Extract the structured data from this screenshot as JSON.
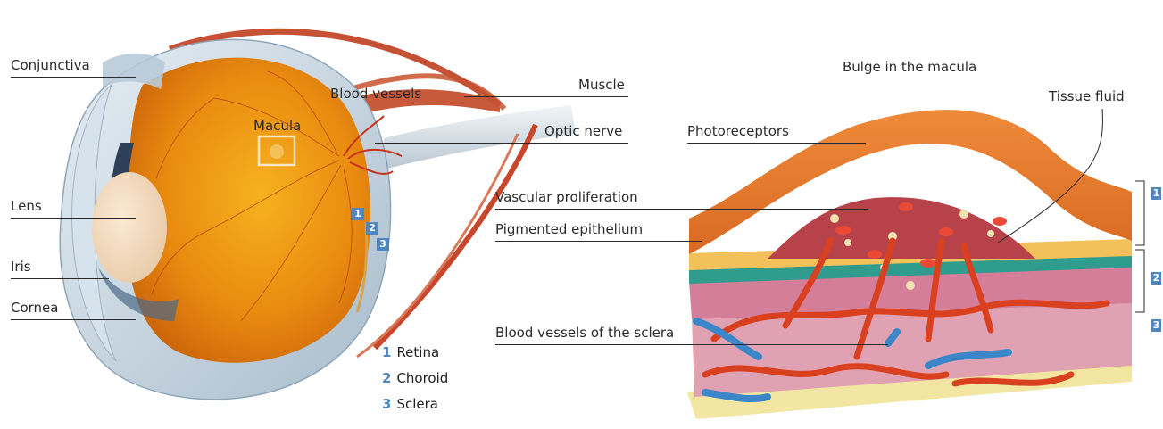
{
  "eye_labels": {
    "conjunctiva": "Conjunctiva",
    "lens": "Lens",
    "iris": "Iris",
    "cornea": "Cornea",
    "macula": "Macula",
    "blood_vessels": "Blood vessels",
    "muscle": "Muscle",
    "optic_nerve": "Optic nerve"
  },
  "layer_badges": [
    "1",
    "2",
    "3"
  ],
  "legend": [
    {
      "num": "1",
      "label": "Retina"
    },
    {
      "num": "2",
      "label": "Choroid"
    },
    {
      "num": "3",
      "label": "Sclera"
    }
  ],
  "detail_labels": {
    "bulge": "Bulge in the macula",
    "tissue_fluid": "Tissue fluid",
    "photoreceptors": "Photoreceptors",
    "vascular_proliferation": "Vascular proliferation",
    "pigmented_epithelium": "Pigmented epithelium",
    "sclera_vessels": "Blood vessels of the sclera"
  },
  "colors": {
    "badge_blue": "#4f86bf",
    "retina_orange": "#e8920e",
    "vessel_red": "#c9331e",
    "vein_blue": "#3a86c8",
    "sclera_blue": "#c7d6e2"
  }
}
